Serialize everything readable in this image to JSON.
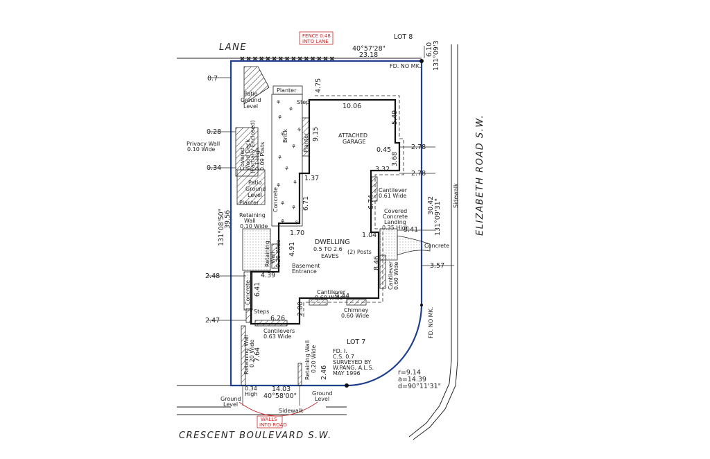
{
  "roads": {
    "lane": "LANE",
    "elizabeth": "ELIZABETH ROAD S.W.",
    "crescent": "CRESCENT BOULEVARD S.W."
  },
  "lots": {
    "north": "LOT 8",
    "main": "LOT 7"
  },
  "callouts": {
    "fence_line1": "FENCE 0.48",
    "fence_line2": "INTO LANE",
    "walls_line1": "WALLS",
    "walls_line2": "INTO ROAD"
  },
  "bearings": {
    "north_angle": "40°57'28\"",
    "north_dist": "23.18",
    "east_top_dist": "6.10",
    "east_top_angle": "131°09'3",
    "east_angle": "131°09'31\"",
    "east_dist": "30.42",
    "west_angle": "131°08'50\"",
    "west_dist": "39.56",
    "south_dist": "14.03",
    "south_angle": "40°58'00\""
  },
  "markers": {
    "fd_nmk_top": "FD. NO MK.",
    "fd_nmk_right": "FD. NO MK."
  },
  "setbacks": {
    "w1": "0.7",
    "w2": "0.28",
    "w3": "0.34",
    "w4": "2.48",
    "w5": "2.47",
    "e1": "2.78",
    "e2": "2.78",
    "e3": "3.41",
    "e4": "3.57"
  },
  "house_dims": {
    "d1": "4.75",
    "d2": "10.06",
    "d3": "5.49",
    "d4": "9.15",
    "d5": "0.45",
    "d6": "3.68",
    "d7": "3.32",
    "d8": "1.37",
    "d9": "6.71",
    "d10": "6.74",
    "d11": "1.70",
    "d12": "1.04",
    "d13": "4.91",
    "d14": "4.39",
    "d15": "8.46",
    "d16": "6.41",
    "d17": "9.44",
    "d18": "2.80",
    "d19": "6.26",
    "d20": "7.64",
    "d21": "2.46"
  },
  "labels": {
    "planter_top": "Planter",
    "step": "Step",
    "patio1_a": "Patio",
    "patio1_b": "Ground",
    "patio1_c": "Level",
    "privacy_a": "Privacy Wall",
    "privacy_b": "0.10 Wide",
    "covered_a": "Covered",
    "covered_b": "Wood Deck",
    "covered_c": "(Partially Enclosed)",
    "covered_d": "0.1 High",
    "covered_e": "0.09 Posts",
    "brick": "Brick",
    "planter_side": "Planter",
    "patio2_a": "Patio",
    "patio2_b": "Ground",
    "patio2_c": "Level",
    "planter_bottom": "Planter",
    "concrete_walk": "Concrete",
    "retwall1_a": "Retaining",
    "retwall1_b": "Wall",
    "retwall1_c": "0.10 Wide",
    "garage_a": "ATTACHED",
    "garage_b": "GARAGE",
    "cant1_a": "Cantilever",
    "cant1_b": "0.61 Wide",
    "landing_a": "Covered",
    "landing_b": "Concrete",
    "landing_c": "Landing",
    "landing_d": "0.35 High",
    "concrete_east": "Concrete",
    "dwelling_a": "DWELLING",
    "dwelling_b": "0.5 TO 2.6",
    "dwelling_c": "EAVES",
    "posts": "(2) Posts",
    "retwall2_a": "Retaining",
    "retwall2_b": "Wall",
    "retwall2_c": "0.20 Wide",
    "basement_a": "Basement",
    "basement_b": "Entrance",
    "cant2_a": "Cantilever",
    "cant2_b": "0.60 Wide",
    "cant3_a": "Cantilever",
    "cant3_b": "0.60 Wide",
    "chimney_a": "Chimney",
    "chimney_b": "0.60 Wide",
    "steps": "Steps",
    "concrete_west": "Concrete",
    "cantilevers_a": "Cantilevers",
    "cantilevers_b": "0.63 Wide",
    "retwall3_a": "Retaining Wall",
    "retwall3_b": "0.20 Wide",
    "retwall4_a": "Retaining Wall",
    "retwall4_b": "0.20 Wide",
    "high": "0.34",
    "high_b": "High",
    "ground_w_a": "Ground",
    "ground_w_b": "Level",
    "ground_e_a": "Ground",
    "ground_e_b": "Level",
    "sidewalk_s": "Sidewalk",
    "sidewalk_e": "Sidewalk"
  },
  "survey_note": {
    "l1": "FD. I.",
    "l2": "C.S. 0.7",
    "l3": "SURVEYED BY",
    "l4": "W.PANG, A.L.S.",
    "l5": "MAY 1996"
  },
  "curve": {
    "r": "r=9.14",
    "a": "a=14.39",
    "d": "d=90°11'31\""
  },
  "colors": {
    "boundary": "#1f3f8f",
    "callout": "#c62828",
    "linework": "#222222"
  }
}
